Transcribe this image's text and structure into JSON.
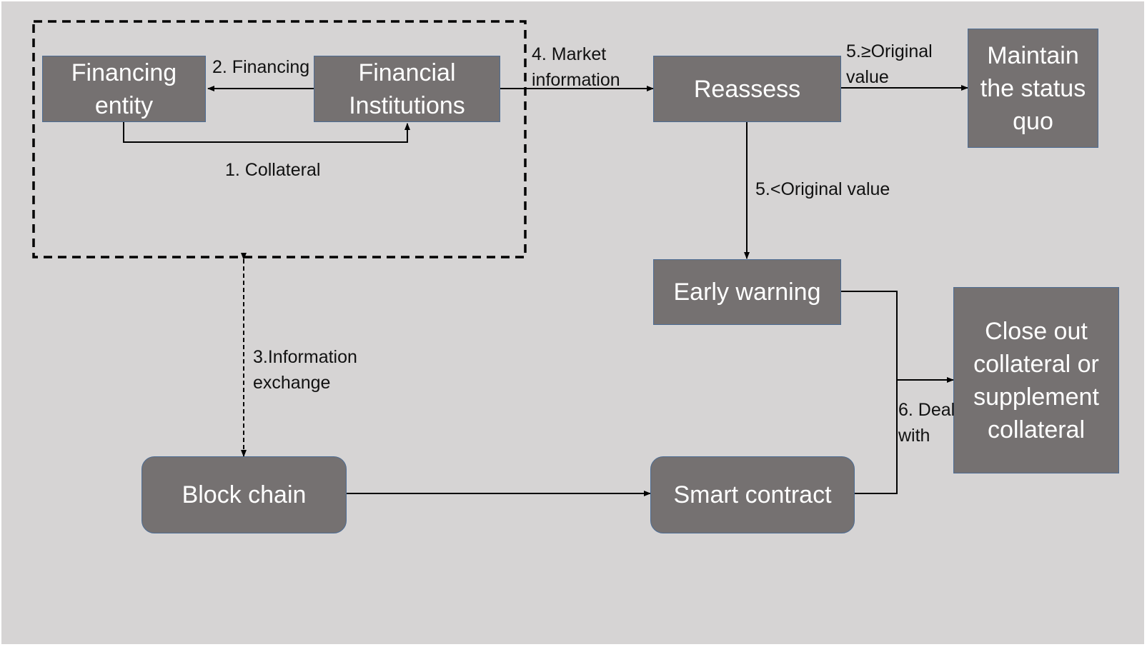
{
  "nodes": {
    "financing_entity": "Financing\nentity",
    "financial_institutions": "Financial\nInstitutions",
    "reassess": "Reassess",
    "maintain_status_quo": "Maintain\nthe status\nquo",
    "early_warning": "Early warning",
    "close_out": "Close out\ncollateral or\nsupplement\ncollateral",
    "block_chain": "Block chain",
    "smart_contract": "Smart contract"
  },
  "edges": {
    "financing": "2. Financing",
    "collateral": "1. Collateral",
    "market_information": "4. Market\ninformation",
    "ge_original_value": "5.≥Original\nvalue",
    "lt_original_value": "5.<Original value",
    "information_exchange": "3.Information\nexchange",
    "deal_with": "6. Deal\nwith"
  },
  "colors": {
    "background": "#d6d4d4",
    "node_fill": "#757171",
    "node_border": "#4d6c93",
    "node_text": "#ffffff",
    "line": "#000000"
  }
}
